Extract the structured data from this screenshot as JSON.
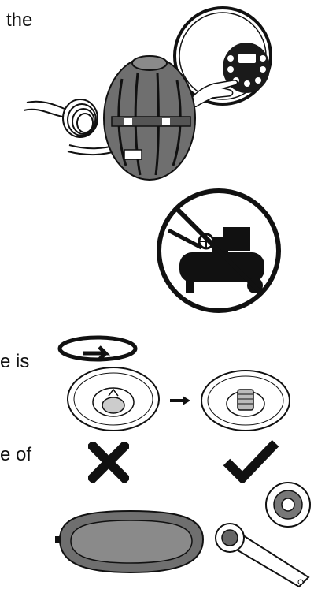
{
  "text_fragments": {
    "top": "the",
    "middle": "e is",
    "lower": "e of"
  },
  "illustrations": {
    "remote_control": "hand-pressing-remote-icon",
    "inflator_pump": "inflator-pump-illustration",
    "no_air_compressor": "no-air-compressor-icon",
    "twist_cap": "rotate-arrow-icon",
    "wrong_install": "cross-mark-icon",
    "correct_install": "check-mark-icon",
    "cover": "spa-cover-illustration",
    "wrench": "wrench-tool-illustration"
  },
  "colors": {
    "ink": "#111111",
    "background": "#ffffff",
    "shading": "#6f6f6f"
  }
}
